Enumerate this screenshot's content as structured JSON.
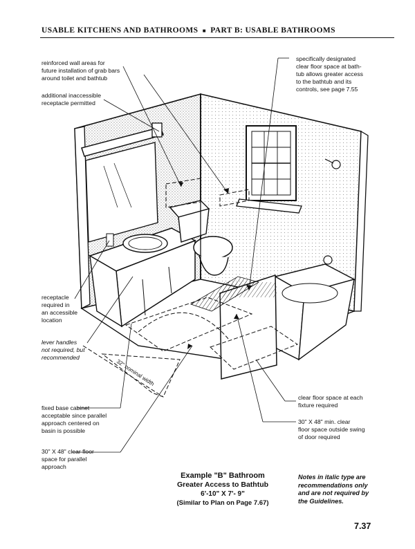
{
  "header": {
    "left": "USABLE KITCHENS AND BATHROOMS",
    "separator": "■",
    "right": "PART B: USABLE BATHROOMS"
  },
  "notes": {
    "grab_bars": "reinforced wall areas for\nfuture installation of grab bars\naround toilet and bathtub",
    "receptacle_permitted": "additional inaccessible\nreceptacle permitted",
    "receptacle_required": "receptacle\nrequired in\nan accessible\nlocation",
    "lever_handles": "lever handles\nnot required, but\nrecommended",
    "fixed_cabinet": "fixed base cabinet\nacceptable since parallel\napproach centered on\nbasin is possible",
    "clear_floor_parallel": "30\" X 48\" clear floor\nspace for parallel\napproach",
    "bathtub_space": "specifically designated\nclear floor space at bath-\ntub allows greater access\nto the bathtub and its\ncontrols, see page 7.55",
    "each_fixture": "clear floor space at each\nfixture required",
    "door_swing": "30\" X 48\" min. clear\nfloor space outside swing\nof door required"
  },
  "dimension_label": "32\" nominal width",
  "caption": {
    "line1": "Example \"B\" Bathroom",
    "line2": "Greater Access to Bathtub",
    "line3": "6'-10\" X 7'- 9\"",
    "line4": "(Similar to Plan on Page 7.67)"
  },
  "footnote": "Notes in italic type are\nrecommendations only\nand are not required by\nthe Guidelines.",
  "page_number": "7.37"
}
